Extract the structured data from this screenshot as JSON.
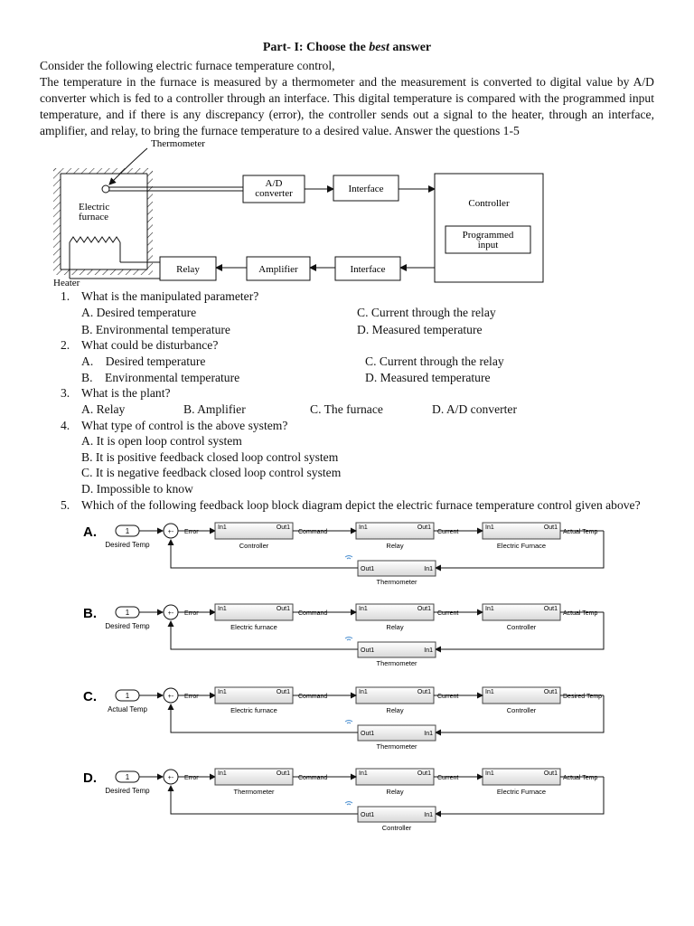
{
  "title": {
    "prefix": "Part- I: Choose the ",
    "emph": "best",
    "suffix": " answer"
  },
  "intro": {
    "line1": "Consider the following electric furnace temperature control,",
    "line2": "The temperature in the furnace is measured by a thermometer and the measurement is converted to digital value by A/D converter which is fed to a controller through an interface. This digital temperature is compared with the programmed input temperature, and if there is any discrepancy (error), the controller sends out a signal to the heater, through an interface, amplifier, and relay, to bring the furnace temperature to a desired value. Answer the questions 1-5"
  },
  "diagram": {
    "thermometer": "Thermometer",
    "furnace1": "Electric",
    "furnace2": "furnace",
    "heater": "Heater",
    "ad1": "A/D",
    "ad2": "converter",
    "interface_top": "Interface",
    "controller": "Controller",
    "prog1": "Programmed",
    "prog2": "input",
    "relay": "Relay",
    "amplifier": "Amplifier",
    "interface_bottom": "Interface"
  },
  "questions": [
    {
      "num": "1.",
      "text": "What is the manipulated parameter?",
      "a": "A.  Desired temperature",
      "b": "B.  Environmental temperature",
      "c": "C. Current through the relay",
      "d": "D. Measured temperature"
    },
    {
      "num": "2.",
      "text": "What could be disturbance?",
      "a": "A.    Desired temperature",
      "b": "B.    Environmental temperature",
      "c": "C. Current through the relay",
      "d": "D. Measured temperature"
    },
    {
      "num": "3.",
      "text": "What is the plant?",
      "a": "A.  Relay",
      "b": "B. Amplifier",
      "c": "C. The furnace",
      "d": "D. A/D converter"
    },
    {
      "num": "4.",
      "text": "What type of control is the above system?",
      "a": "A.  It is open loop control system",
      "b": "B.  It is positive feedback closed loop control system",
      "c": "C.  It is negative feedback closed loop control system",
      "d": "D.  Impossible to know"
    },
    {
      "num": "5.",
      "text": "Which of the following feedback loop block diagram depict the electric furnace temperature control given above?"
    }
  ],
  "options": [
    {
      "letter": "A.",
      "input_label": "Desired Temp",
      "b1": "Controller",
      "b2": "Relay",
      "b3": "Electric Furnace",
      "fb": "Thermometer",
      "out_label": "Actual Temp"
    },
    {
      "letter": "B.",
      "input_label": "Desired Temp",
      "b1": "Electric furnace",
      "b2": "Relay",
      "b3": "Controller",
      "fb": "Thermometer",
      "out_label": "Actual Temp"
    },
    {
      "letter": "C.",
      "input_label": "Actual Temp",
      "b1": "Electric furnace",
      "b2": "Relay",
      "b3": "Controller",
      "fb": "Thermometer",
      "out_label": "Desired Temp"
    },
    {
      "letter": "D.",
      "input_label": "Desired Temp",
      "b1": "Thermometer",
      "b2": "Relay",
      "b3": "Electric Furnace",
      "fb": "Controller",
      "out_label": "Actual Temp"
    }
  ],
  "sim": {
    "const": "1",
    "sum_signs": "+-",
    "err": "Error",
    "cmd": "Command",
    "cur": "Current",
    "in1": "In1",
    "out1": "Out1"
  }
}
